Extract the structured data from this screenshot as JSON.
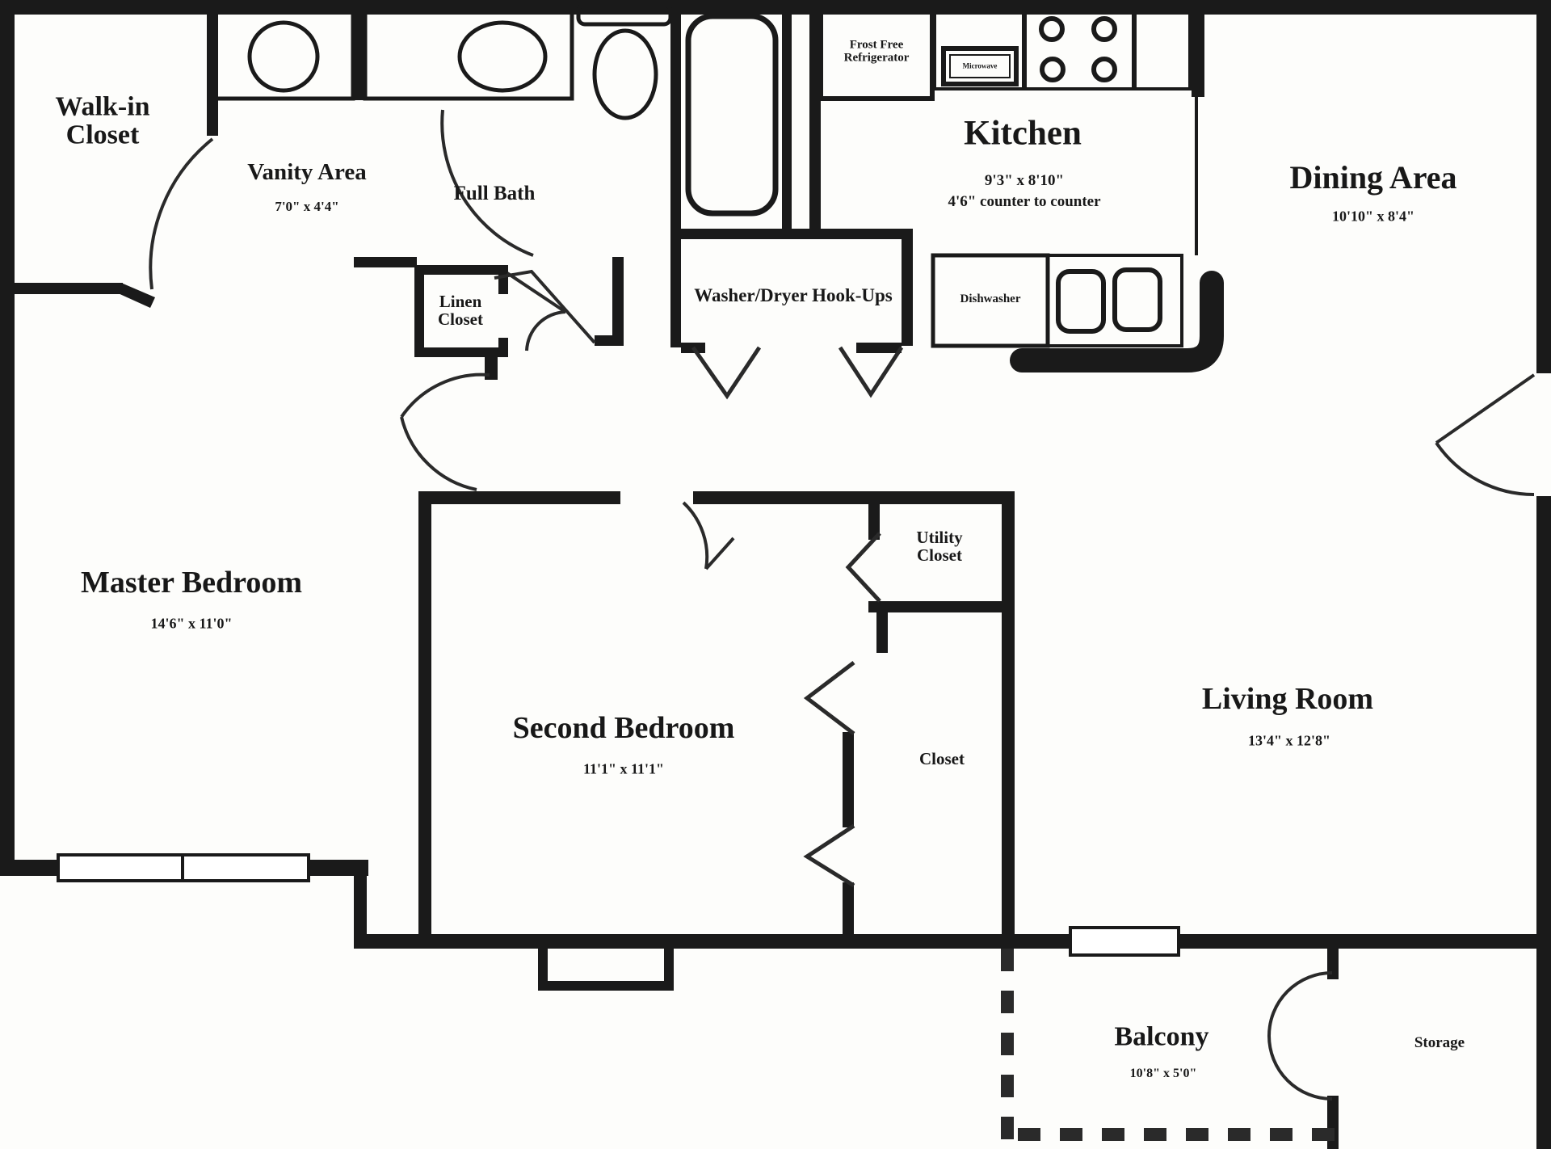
{
  "rooms": {
    "walk_in_closet": {
      "label": "Walk-in Closet"
    },
    "vanity_area": {
      "label": "Vanity Area",
      "dimensions": "7'0\" x 4'4\""
    },
    "full_bath": {
      "label": "Full Bath"
    },
    "linen_closet": {
      "label": "Linen Closet"
    },
    "kitchen": {
      "label": "Kitchen",
      "dimensions": "9'3\" x 8'10\"",
      "note": "4'6\" counter to counter"
    },
    "dining_area": {
      "label": "Dining Area",
      "dimensions": "10'10\" x 8'4\""
    },
    "washer_dryer": {
      "label": "Washer/Dryer Hook-Ups"
    },
    "master_bedroom": {
      "label": "Master Bedroom",
      "dimensions": "14'6\" x 11'0\""
    },
    "second_bedroom": {
      "label": "Second Bedroom",
      "dimensions": "11'1\" x 11'1\""
    },
    "utility_closet": {
      "label": "Utility Closet"
    },
    "closet": {
      "label": "Closet"
    },
    "living_room": {
      "label": "Living Room",
      "dimensions": "13'4\" x 12'8\""
    },
    "balcony": {
      "label": "Balcony",
      "dimensions": "10'8\" x 5'0\""
    },
    "storage": {
      "label": "Storage"
    }
  },
  "appliances": {
    "refrigerator": {
      "label": "Frost Free Refrigerator"
    },
    "microwave": {
      "label": "Microwave"
    },
    "dishwasher": {
      "label": "Dishwasher"
    }
  },
  "colors": {
    "wall": "#1a1a1a",
    "background": "#fdfdfb",
    "line": "#2a2a2a"
  }
}
